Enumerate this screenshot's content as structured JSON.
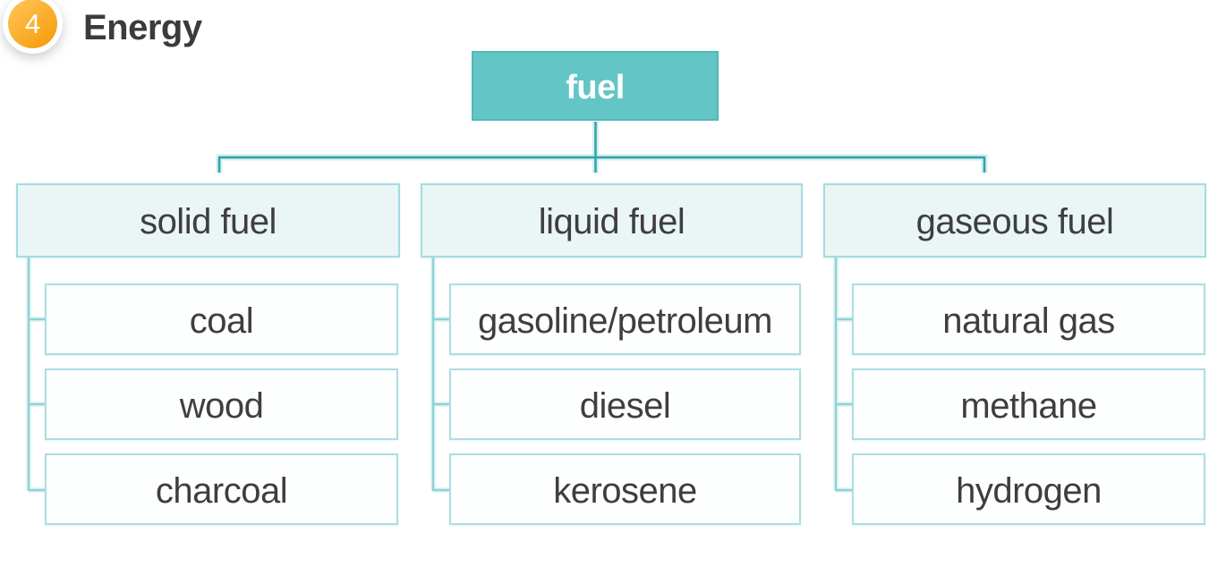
{
  "header": {
    "badge_number": "4",
    "title": "Energy"
  },
  "tree": {
    "type": "hierarchy",
    "root": {
      "label": "fuel"
    },
    "branches": [
      {
        "label": "solid fuel",
        "children": [
          "coal",
          "wood",
          "charcoal"
        ]
      },
      {
        "label": "liquid fuel",
        "children": [
          "gasoline/petroleum",
          "diesel",
          "kerosene"
        ]
      },
      {
        "label": "gaseous fuel",
        "children": [
          "natural gas",
          "methane",
          "hydrogen"
        ]
      }
    ]
  },
  "colors": {
    "root_fill": "#63c5c6",
    "root_border": "#50b8ba",
    "category_fill": "#eaf5f6",
    "category_border": "#a6dbde",
    "item_fill": "#fdfefe",
    "item_border": "#abdee1",
    "connector_main": "#2fa3a8",
    "connector_halo": "#d3edee",
    "connector_child": "#8fd2d6",
    "connector_child_halo": "#e6f5f6",
    "badge_orange_light": "#fec254",
    "badge_orange_dark": "#f79d0e",
    "title_color": "#3b3b3d",
    "text_dark": "#3e3e40"
  }
}
